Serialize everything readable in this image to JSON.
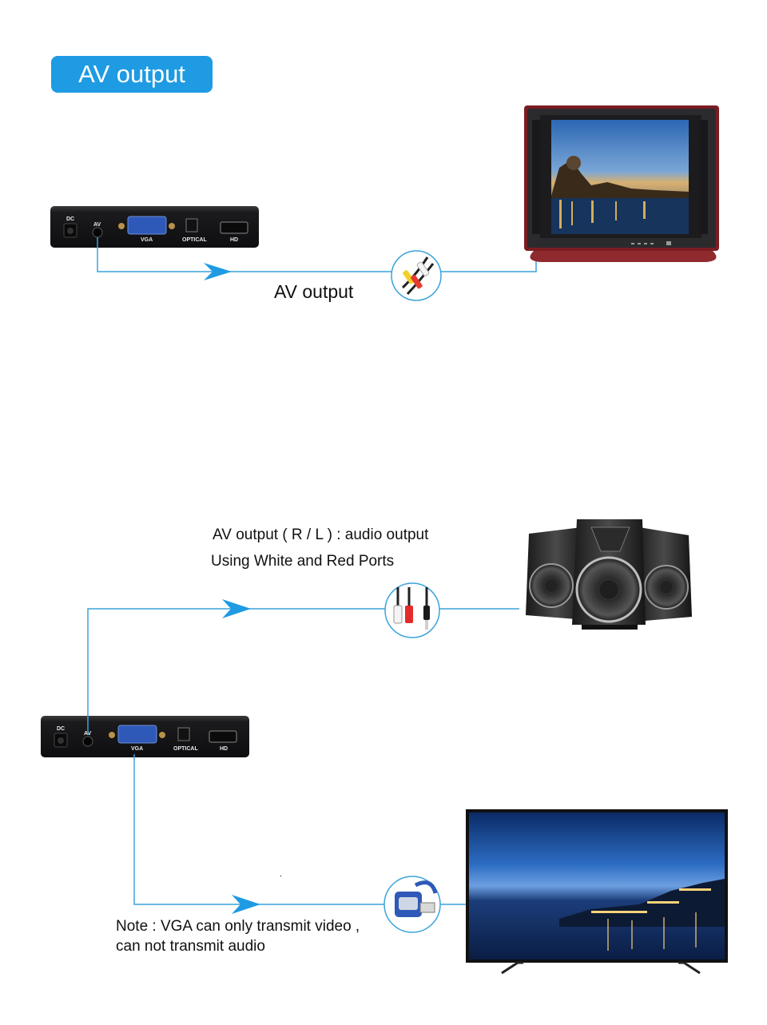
{
  "header": {
    "title": "AV output"
  },
  "device": {
    "ports": {
      "dc": "DC",
      "av": "AV",
      "vga": "VGA",
      "optical": "OPTICAL",
      "hd": "HD"
    }
  },
  "section_tv": {
    "caption": "AV output"
  },
  "section_audio": {
    "line1": "AV output ( R / L ) : audio output",
    "line2": "Using White and Red Ports"
  },
  "section_vga": {
    "note_line1": "Note : VGA can only transmit video ,",
    "note_line2": "can not transmit audio",
    "stray_mark": "."
  },
  "colors": {
    "line": "#3aa3da",
    "arrow": "#1e9be3",
    "badge": "#1e9be3",
    "device_body": "#1b1b1d",
    "vga_port": "#2f59b8",
    "crt_frame": "#7a1d22"
  }
}
